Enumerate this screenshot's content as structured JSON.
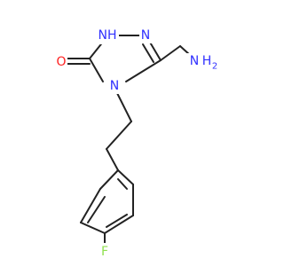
{
  "molecule": {
    "atoms": {
      "nh": "NH",
      "n_ring": "N",
      "o": "O",
      "n4": "N",
      "nh2_n": "N",
      "nh2_h": "H",
      "nh2_sub": "2",
      "f": "F"
    },
    "colors": {
      "nitrogen": "#3030ff",
      "oxygen": "#ff2020",
      "fluorine": "#90e050",
      "bond": "#222222"
    }
  }
}
